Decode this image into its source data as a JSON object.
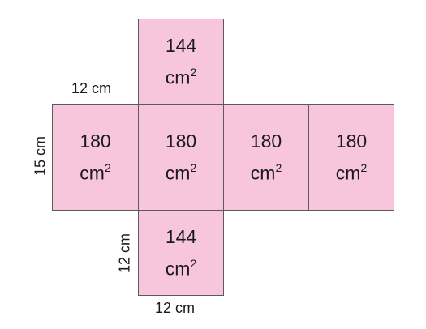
{
  "faces": {
    "top": {
      "value": "144",
      "unit": "cm",
      "exp": "2"
    },
    "left": {
      "value": "180",
      "unit": "cm",
      "exp": "2"
    },
    "center": {
      "value": "180",
      "unit": "cm",
      "exp": "2"
    },
    "right": {
      "value": "180",
      "unit": "cm",
      "exp": "2"
    },
    "far_right": {
      "value": "180",
      "unit": "cm",
      "exp": "2"
    },
    "bottom": {
      "value": "144",
      "unit": "cm",
      "exp": "2"
    }
  },
  "dimensions": {
    "top_width": "12 cm",
    "left_height": "15 cm",
    "bottom_height": "12 cm",
    "bottom_width": "12 cm"
  }
}
